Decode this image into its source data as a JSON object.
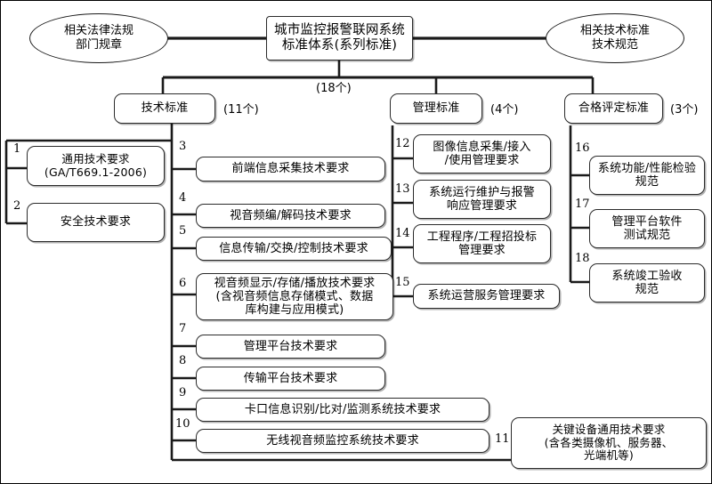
{
  "diagram": {
    "title_box": "城市监控报警联网系统\n标准体系(系列标准)",
    "left_ellipse": "相关法律法规\n部门规章",
    "right_ellipse": "相关技术标准\n技术规范",
    "root_count": "(18个)",
    "categories": [
      {
        "label": "技术标准",
        "count": "(11个)"
      },
      {
        "label": "管理标准",
        "count": "(4个)"
      },
      {
        "label": "合格评定标准",
        "count": "(3个)"
      }
    ],
    "items": [
      {
        "n": "1",
        "text": "通用技术要求\n(GA/T669.1-2006)"
      },
      {
        "n": "2",
        "text": "安全技术要求"
      },
      {
        "n": "3",
        "text": "前端信息采集技术要求"
      },
      {
        "n": "4",
        "text": "视音频编/解码技术要求"
      },
      {
        "n": "5",
        "text": "信息传输/交换/控制技术要求"
      },
      {
        "n": "6",
        "text": "视音频显示/存储/播放技术要求\n(含视音频信息存储模式、数据\n库构建与应用模式)"
      },
      {
        "n": "7",
        "text": "管理平台技术要求"
      },
      {
        "n": "8",
        "text": "传输平台技术要求"
      },
      {
        "n": "9",
        "text": "卡口信息识别/比对/监测系统技术要求"
      },
      {
        "n": "10",
        "text": "无线视音频监控系统技术要求"
      },
      {
        "n": "11",
        "text": "关键设备通用技术要求\n(含各类摄像机、服务器、\n光端机等)"
      },
      {
        "n": "12",
        "text": "图像信息采集/接入\n/使用管理要求"
      },
      {
        "n": "13",
        "text": "系统运行维护与报警\n响应管理要求"
      },
      {
        "n": "14",
        "text": "工程程序/工程招投标\n管理要求"
      },
      {
        "n": "15",
        "text": "系统运营服务管理要求"
      },
      {
        "n": "16",
        "text": "系统功能/性能检验\n规范"
      },
      {
        "n": "17",
        "text": "管理平台软件\n测试规范"
      },
      {
        "n": "18",
        "text": "系统竣工验收\n规范"
      }
    ],
    "colors": {
      "line": "#1a1a1a",
      "box_border": "#2b2b2b",
      "background": "#ffffff"
    }
  }
}
